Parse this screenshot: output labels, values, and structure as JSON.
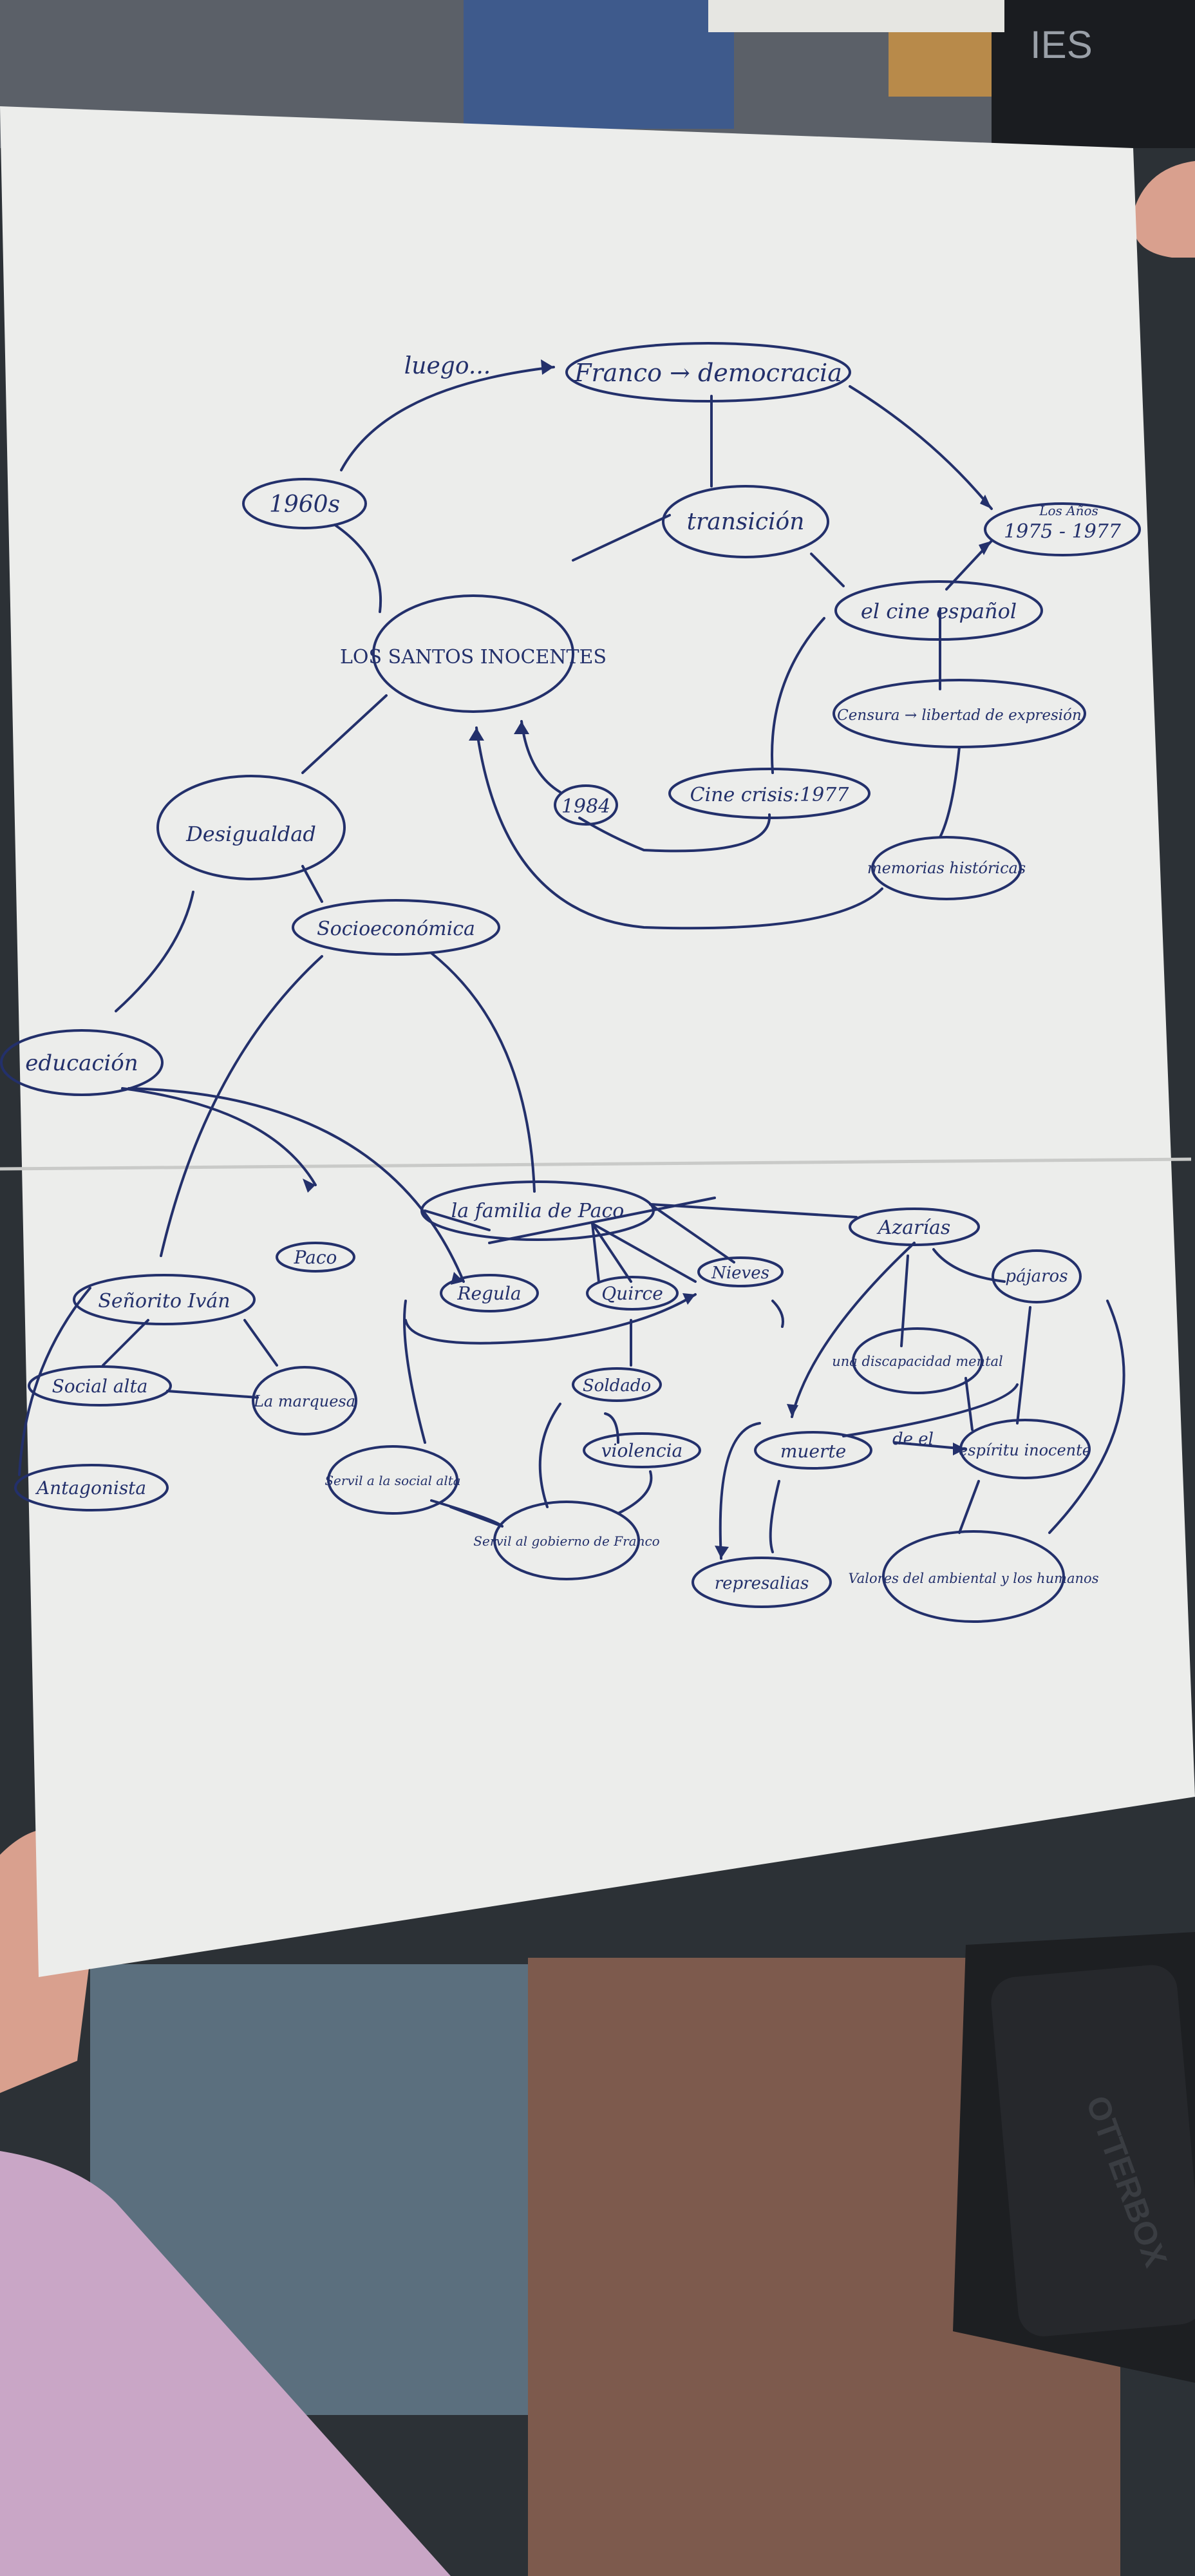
{
  "photo": {
    "background_color": "#2c3136",
    "paper_color": "#ecedeb",
    "ink_color": "#23306b",
    "sleeve_color": "#c9a6c6",
    "phone_color": "#1d1f22",
    "case_brand": "OTTERBOX",
    "laptop_brand": "IES"
  },
  "map": {
    "center": "LOS SANTOS INOCENTES",
    "nodes": {
      "franco_democracia": "Franco → democracia",
      "luego": "luego...",
      "decade_1960s": "1960s",
      "transicion": "transición",
      "los_anos_note": "Los Años",
      "years_1975_1977": "1975 - 1977",
      "cine_espanol": "el cine español",
      "censura": "Censura → libertad de expresión",
      "year_1984": "1984",
      "cine_crisis": "Cine crisis:1977",
      "memorias": "memorias históricas",
      "desigualdad": "Desigualdad",
      "socioeconomica": "Socioeconómica",
      "educacion": "educación",
      "familia_paco": "la familia de Paco",
      "paco": "Paco",
      "regula": "Regula",
      "quirce": "Quirce",
      "nieves": "Nieves",
      "azarias": "Azarías",
      "pajaros": "pájaros",
      "senorito_ivan": "Señorito Iván",
      "social_alta": "Social alta",
      "la_marquesa": "La marquesa",
      "antagonista": "Antagonista",
      "soldado": "Soldado",
      "violencia": "violencia",
      "servil_alta": "Servil a la social alta",
      "servil_franco": "Servil al gobierno de Franco",
      "discapacidad": "una discapacidad mental",
      "muerte": "muerte",
      "de_el": "de el",
      "espiritu": "espíritu inocente",
      "valores": "Valores del ambiental y los humanos",
      "represalias": "represalias"
    }
  }
}
